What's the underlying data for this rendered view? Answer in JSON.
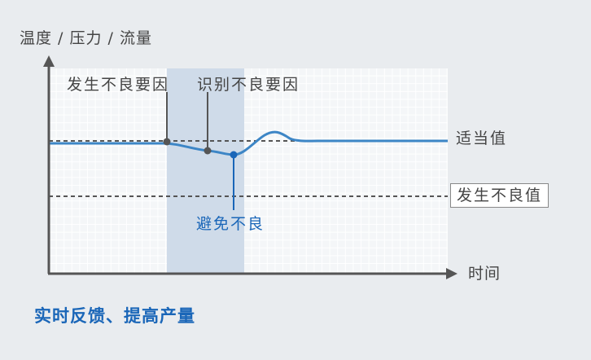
{
  "axes": {
    "y_label": "温度 / 压力 / 流量",
    "x_label": "时间"
  },
  "annotations": {
    "defect_cause": "发生不良要因",
    "identify_cause": "识别不良要因",
    "avoid_defect": "避免不良"
  },
  "reference_lines": {
    "proper_value": "适当值",
    "defect_value": "发生不良值"
  },
  "caption": "实时反馈、提高产量",
  "colors": {
    "background": "#e9ecef",
    "plot_area": "#f4f6f8",
    "grid": "#ffffff",
    "highlight_band": "#cfdbe9",
    "signal_line": "#3d86c6",
    "axis": "#555555",
    "reference_line": "#555555",
    "accent": "#1a66b8"
  }
}
